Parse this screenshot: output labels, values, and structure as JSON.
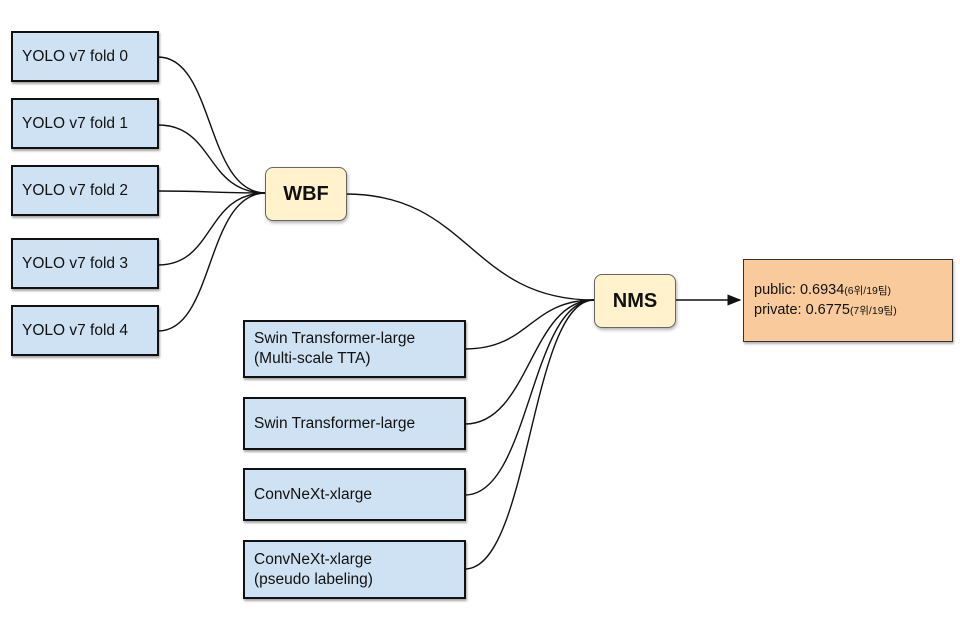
{
  "yolo_models": [
    {
      "label": "YOLO v7 fold 0"
    },
    {
      "label": "YOLO v7 fold 1"
    },
    {
      "label": "YOLO v7 fold 2"
    },
    {
      "label": "YOLO v7 fold 3"
    },
    {
      "label": "YOLO v7 fold 4"
    }
  ],
  "other_models": [
    {
      "line1": "Swin Transformer-large",
      "line2": "(Multi-scale TTA)"
    },
    {
      "line1": "Swin Transformer-large",
      "line2": ""
    },
    {
      "line1": "ConvNeXt-xlarge",
      "line2": ""
    },
    {
      "line1": "ConvNeXt-xlarge",
      "line2": "(pseudo labeling)"
    }
  ],
  "wbf": {
    "label": "WBF"
  },
  "nms": {
    "label": "NMS"
  },
  "result": {
    "public_label": "public: 0.6934",
    "public_rank": "(6위/19팀)",
    "private_label": "private: 0.6775",
    "private_rank": "(7위/19팀)"
  },
  "colors": {
    "model_box": "#cfe2f3",
    "merge_node": "#fff2cc",
    "result_box": "#f9cb9c"
  }
}
